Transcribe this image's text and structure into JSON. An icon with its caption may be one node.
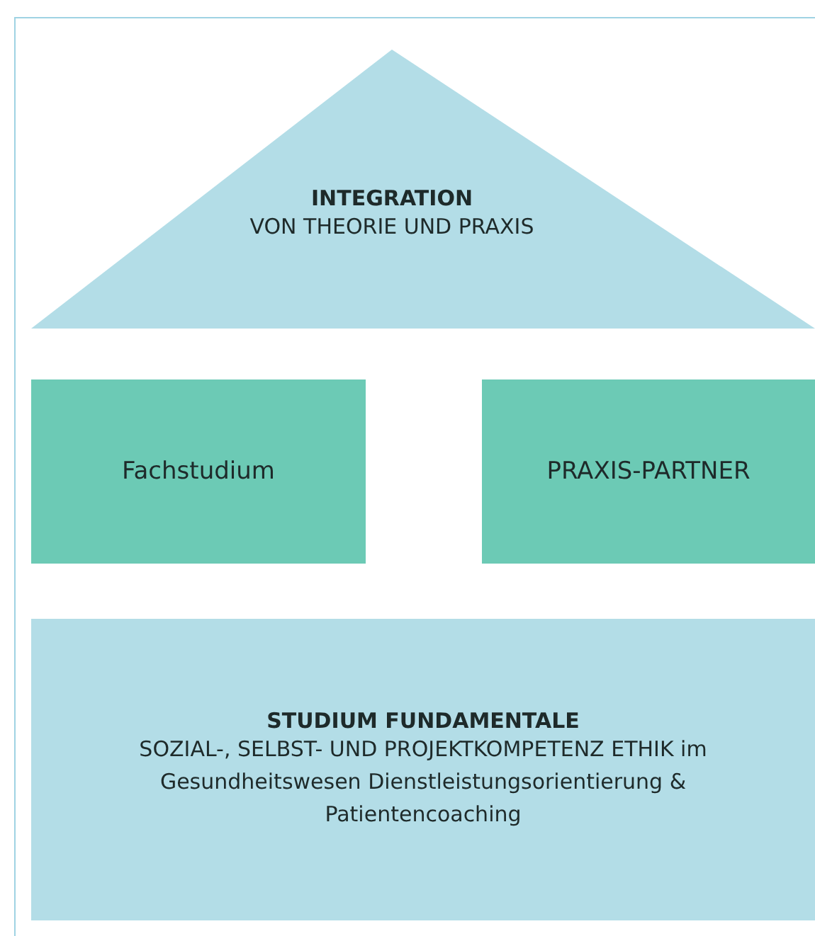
{
  "diagram": {
    "nodes": [
      {
        "text": [
          "INTEGRATION",
          "VON THEORIE UND PRAXIS"
        ]
      },
      {
        "text": [
          "Fachstudium"
        ]
      },
      {
        "text": [
          "PRAXIS-PARTNER"
        ]
      },
      {
        "text": [
          "STUDIUM FUNDAMENTALE",
          "SOZIAL-, SELBST- UND PROJEKTKOMPETENZ ETHIK im Gesundheitswesen Dienstleistungsorientierung & Patientencoaching"
        ]
      }
    ],
    "edges": []
  }
}
